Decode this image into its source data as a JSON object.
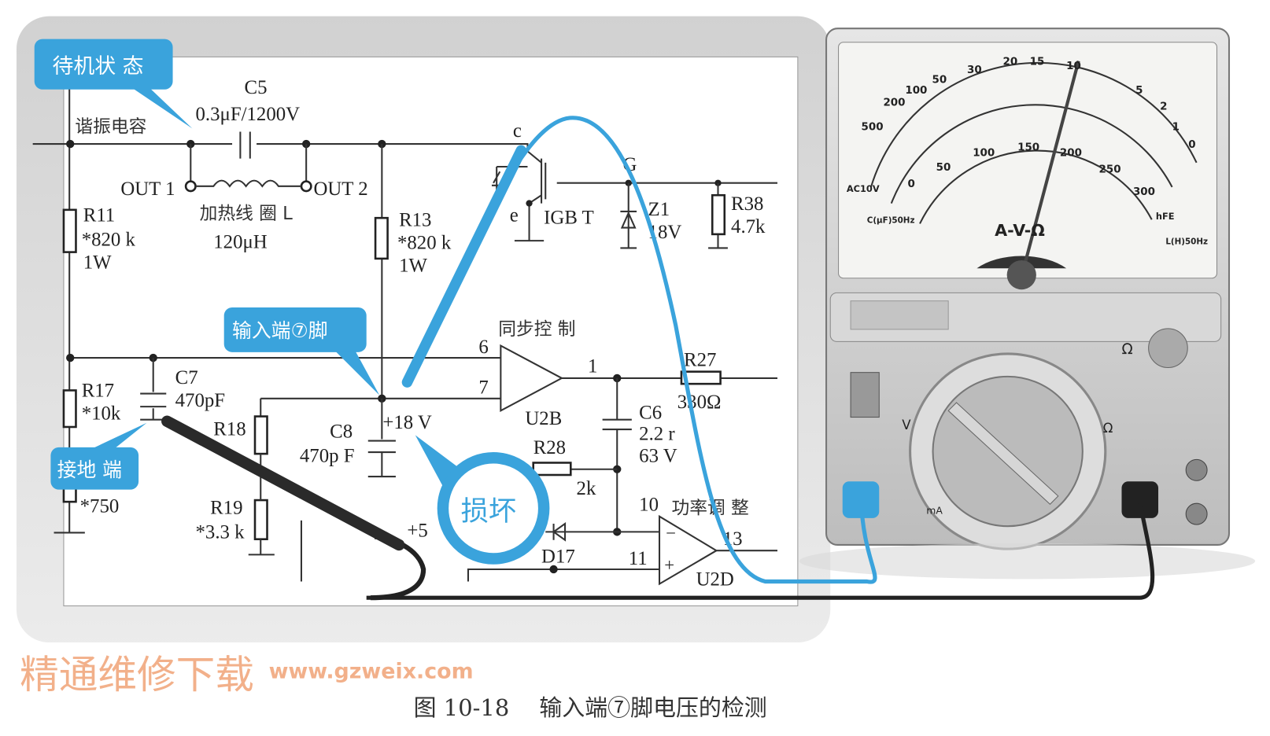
{
  "callouts": {
    "standby": "待机状 态",
    "input_pin7": "输入端⑦脚",
    "ground": "接地 端",
    "damaged": "损坏"
  },
  "labels": {
    "resonant_cap": "谐振电容",
    "c5": "C5",
    "c5_value": "0.3μF/1200V",
    "out1": "OUT 1",
    "out2": "OUT 2",
    "coil": "加热线 圈 L",
    "coil_value": "120μH",
    "r11": "R11",
    "r11_value": "*820 k",
    "r11_power": "1W",
    "r13": "R13",
    "r13_value": "*820 k",
    "r13_power": "1W",
    "igbt_c": "c",
    "igbt_e": "e",
    "igbt": "IGB T",
    "g": "G",
    "z1": "Z1",
    "z1_value": "18V",
    "r38": "R38",
    "r38_value": "4.7k",
    "sync": "同步控 制",
    "pin6": "6",
    "pin7": "7",
    "pin1": "1",
    "u2b": "U2B",
    "r27": "R27",
    "r27_value": "330Ω",
    "r17": "R17",
    "r17_value": "*10k",
    "c7": "C7",
    "c7_value": "470pF",
    "r18": "R18",
    "c8": "C8",
    "c8_value": "470p F",
    "v18": "+18 V",
    "c6": "C6",
    "c6_value": "2.2 r",
    "c6_voltage": "63 V",
    "r28": "R28",
    "r28_value": "2k",
    "r750": "*750",
    "r19": "R19",
    "r19_value": "*3.3 k",
    "v5": "+5",
    "d17": "D17",
    "pin10": "10",
    "power_adj": "功率调 整",
    "pin11": "11",
    "pin13": "13",
    "u2d": "U2D"
  },
  "watermark": {
    "cn": "精通维修下载",
    "url": "www.gzweix.com"
  },
  "meter": {
    "scale_label": "A-V-Ω",
    "ac_label": "AC10V",
    "cap_label": "C(μF)50Hz",
    "ind_label": "L(H)50Hz",
    "hfe_label": "hFE",
    "ohm_ticks": [
      "500",
      "200",
      "100",
      "50",
      "30",
      "20",
      "15",
      "10",
      "5",
      "2",
      "1",
      "0"
    ],
    "v_ticks": [
      "0",
      "50",
      "100",
      "150",
      "200",
      "250",
      "300"
    ],
    "dial_v": "V",
    "dial_ohm": "Ω",
    "dial_ma": "mA",
    "knob_ohm": "Ω"
  },
  "caption": "图 10-18　 输入端⑦脚电压的检测",
  "colors": {
    "accent": "#3aa3dc",
    "probe_black": "#2a2a2a",
    "watermark": "#f2b08a"
  }
}
